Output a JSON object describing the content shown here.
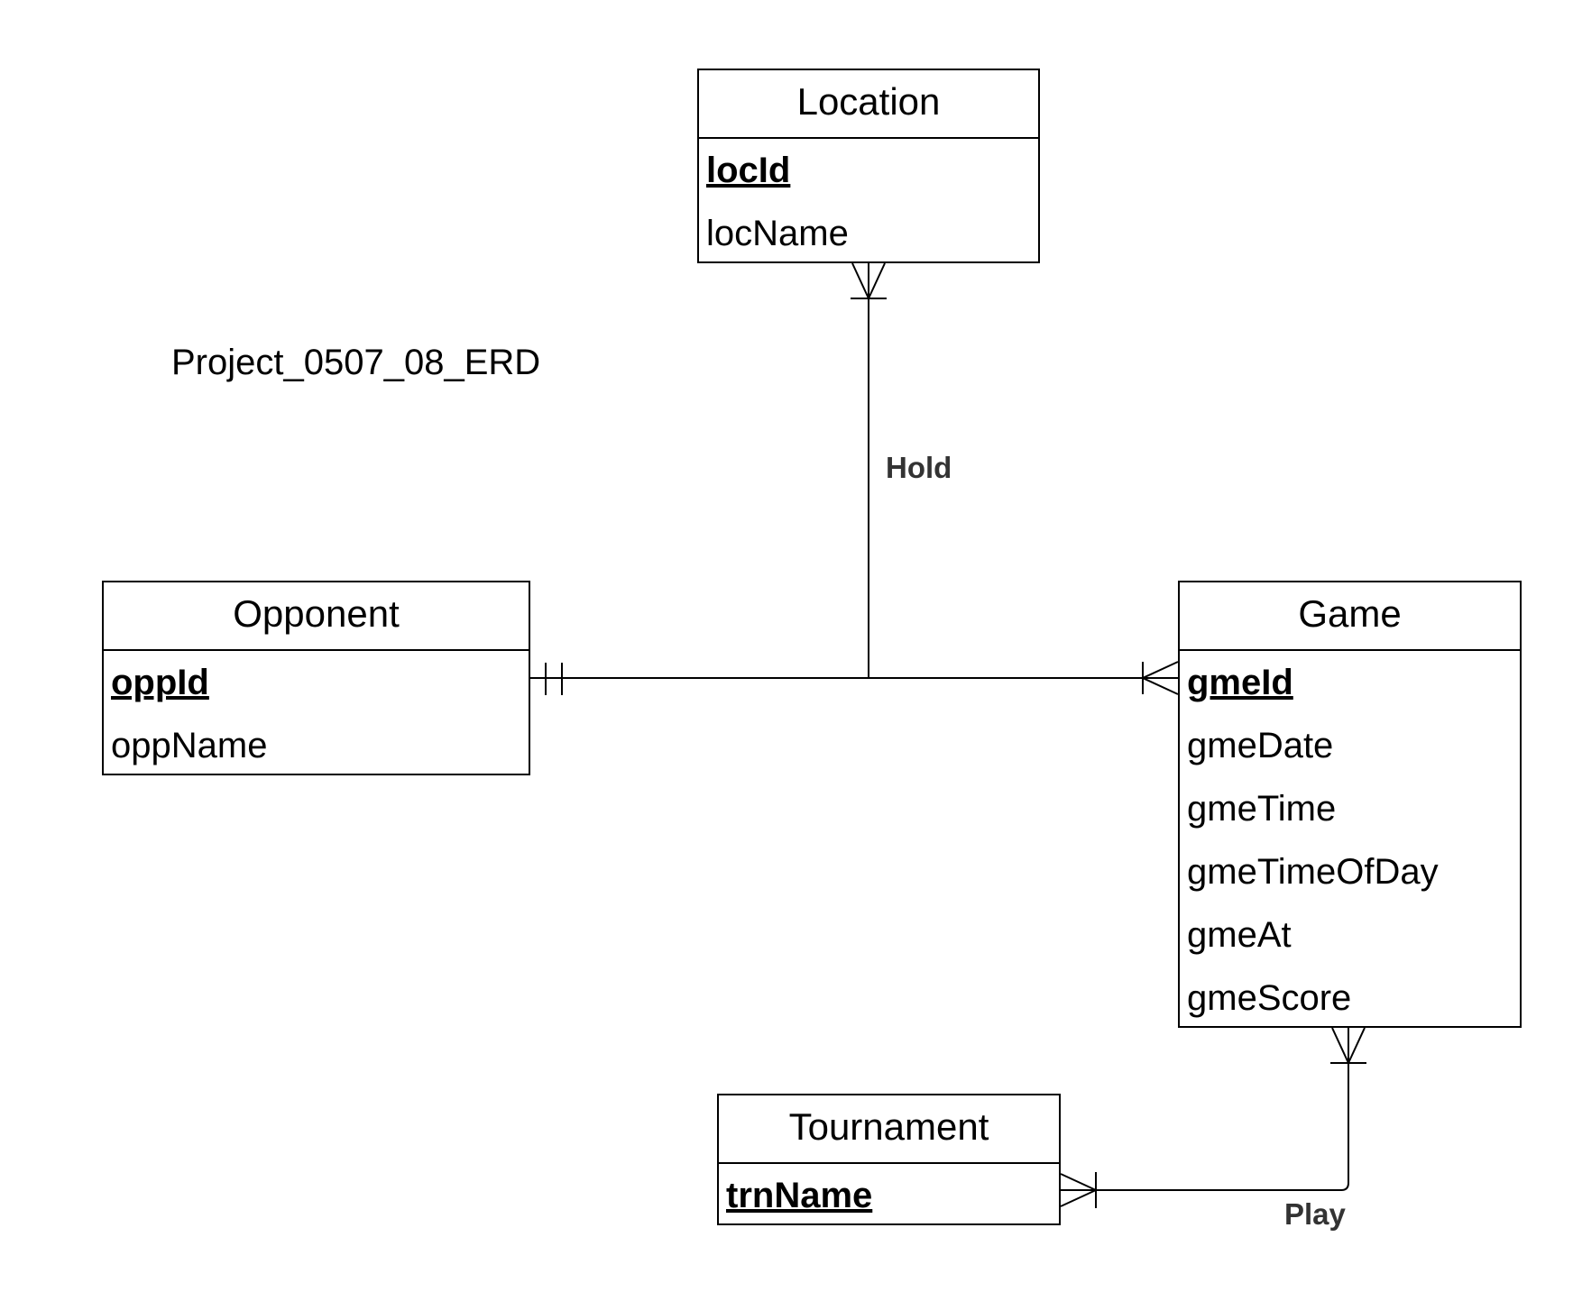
{
  "diagram": {
    "title": "Project_0507_08_ERD"
  },
  "entities": {
    "location": {
      "name": "Location",
      "attributes": [
        {
          "name": "locId",
          "primary_key": true
        },
        {
          "name": "locName",
          "primary_key": false
        }
      ]
    },
    "opponent": {
      "name": "Opponent",
      "attributes": [
        {
          "name": "oppId",
          "primary_key": true
        },
        {
          "name": "oppName",
          "primary_key": false
        }
      ]
    },
    "game": {
      "name": "Game",
      "attributes": [
        {
          "name": "gmeId",
          "primary_key": true
        },
        {
          "name": "gmeDate",
          "primary_key": false
        },
        {
          "name": "gmeTime",
          "primary_key": false
        },
        {
          "name": "gmeTimeOfDay",
          "primary_key": false
        },
        {
          "name": "gmeAt",
          "primary_key": false
        },
        {
          "name": "gmeScore",
          "primary_key": false
        }
      ]
    },
    "tournament": {
      "name": "Tournament",
      "attributes": [
        {
          "name": "trnName",
          "primary_key": true
        }
      ]
    }
  },
  "relationships": {
    "hold": {
      "label": "Hold",
      "ends": [
        {
          "entity": "Location",
          "cardinality": "one-or-many"
        },
        {
          "entity": "Opponent",
          "cardinality": "one-and-only-one"
        },
        {
          "entity": "Game",
          "cardinality": "many"
        }
      ]
    },
    "play": {
      "label": "Play",
      "ends": [
        {
          "entity": "Game",
          "cardinality": "one-or-many"
        },
        {
          "entity": "Tournament",
          "cardinality": "one-or-many"
        }
      ]
    }
  },
  "colors": {
    "line": "#000000",
    "relationship_label": "#333333",
    "background": "#ffffff"
  }
}
